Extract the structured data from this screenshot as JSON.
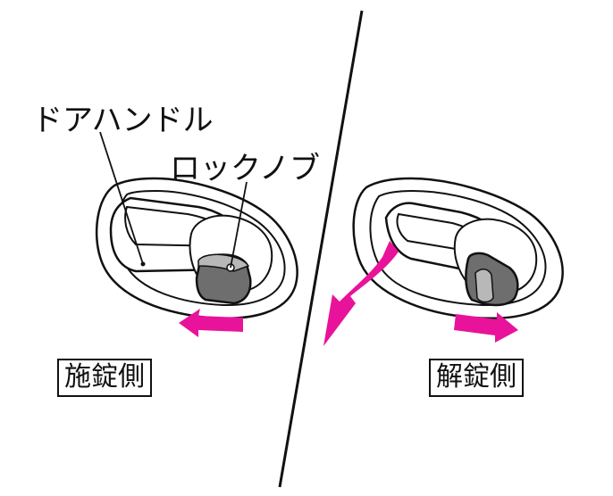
{
  "labels": {
    "door_handle": "ドアハンドル",
    "lock_knob": "ロックノブ",
    "locked_side": "施錠側",
    "unlocked_side": "解錠側"
  },
  "colors": {
    "arrow": "#e8139a",
    "knob_dark": "#6e6e6e",
    "knob_light": "#b8b8b8",
    "line": "#111111"
  }
}
